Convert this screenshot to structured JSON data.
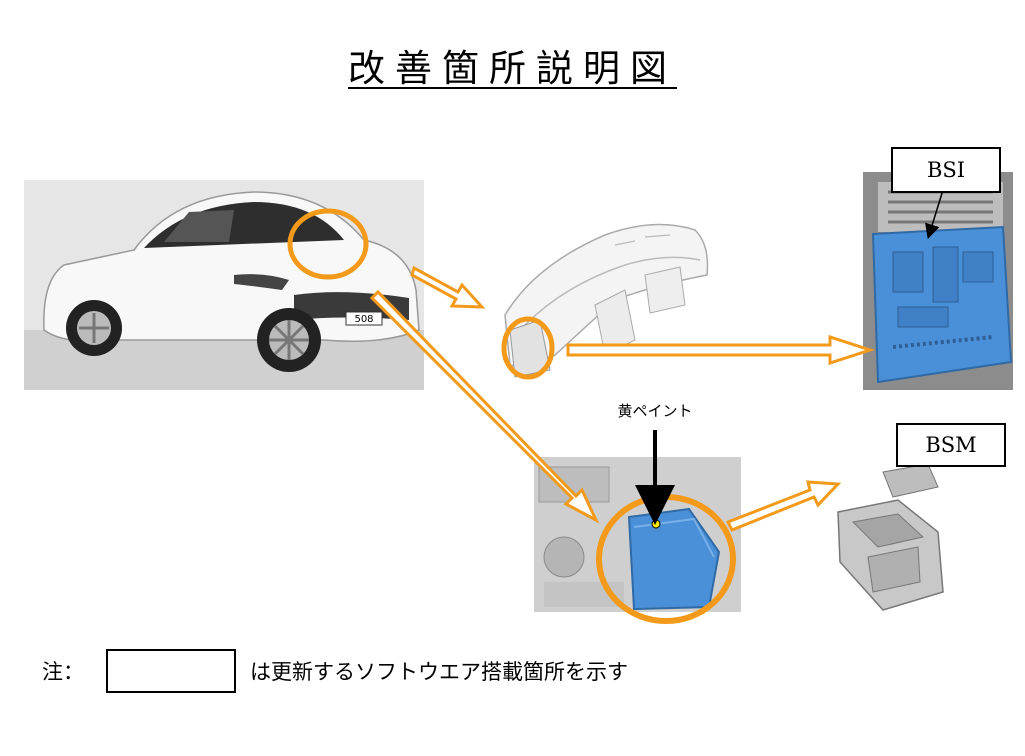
{
  "title": "改善箇所説明図",
  "labels": {
    "bsi": "BSI",
    "bsm": "BSM",
    "paint": "黄ペイント",
    "plate": "508"
  },
  "note": {
    "prefix": "注：",
    "text": "は更新するソフトウエア搭載箇所を示す"
  },
  "colors": {
    "highlight": "#f39a1b",
    "module_blue": "#4a90d9",
    "paint_dot": "#ffeb00"
  }
}
